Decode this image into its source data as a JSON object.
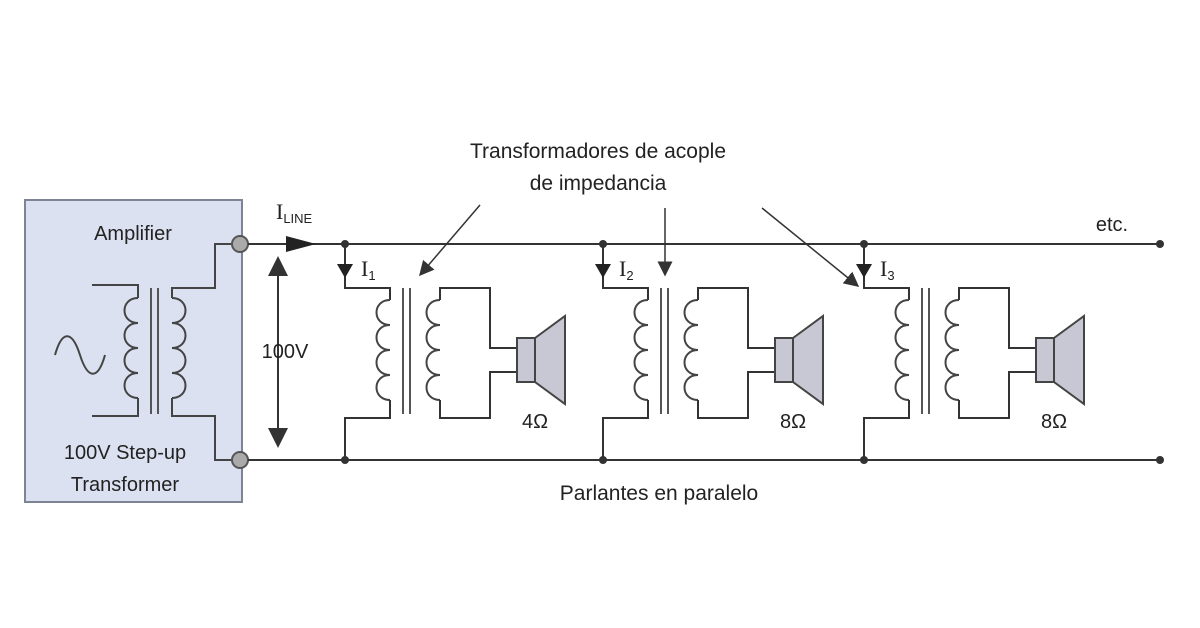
{
  "title_line1": "Transformadores de acople",
  "title_line2": "de impedancia",
  "amplifier": {
    "label": "Amplifier",
    "transformer_line1": "100V Step-up",
    "transformer_line2": "Transformer",
    "fill_color": "#dbe1f0"
  },
  "line_current": {
    "symbol": "I",
    "sub": "LINE"
  },
  "voltage": "100V",
  "etc": "etc.",
  "branches": [
    {
      "current_symbol": "I",
      "current_sub": "1",
      "impedance": "4Ω"
    },
    {
      "current_symbol": "I",
      "current_sub": "2",
      "impedance": "8Ω"
    },
    {
      "current_symbol": "I",
      "current_sub": "3",
      "impedance": "8Ω"
    }
  ],
  "bottom_caption": "Parlantes en paralelo",
  "colors": {
    "wire": "#333333",
    "speaker_fill": "#c8c8d4",
    "terminal_fill": "#aaaaaa"
  }
}
